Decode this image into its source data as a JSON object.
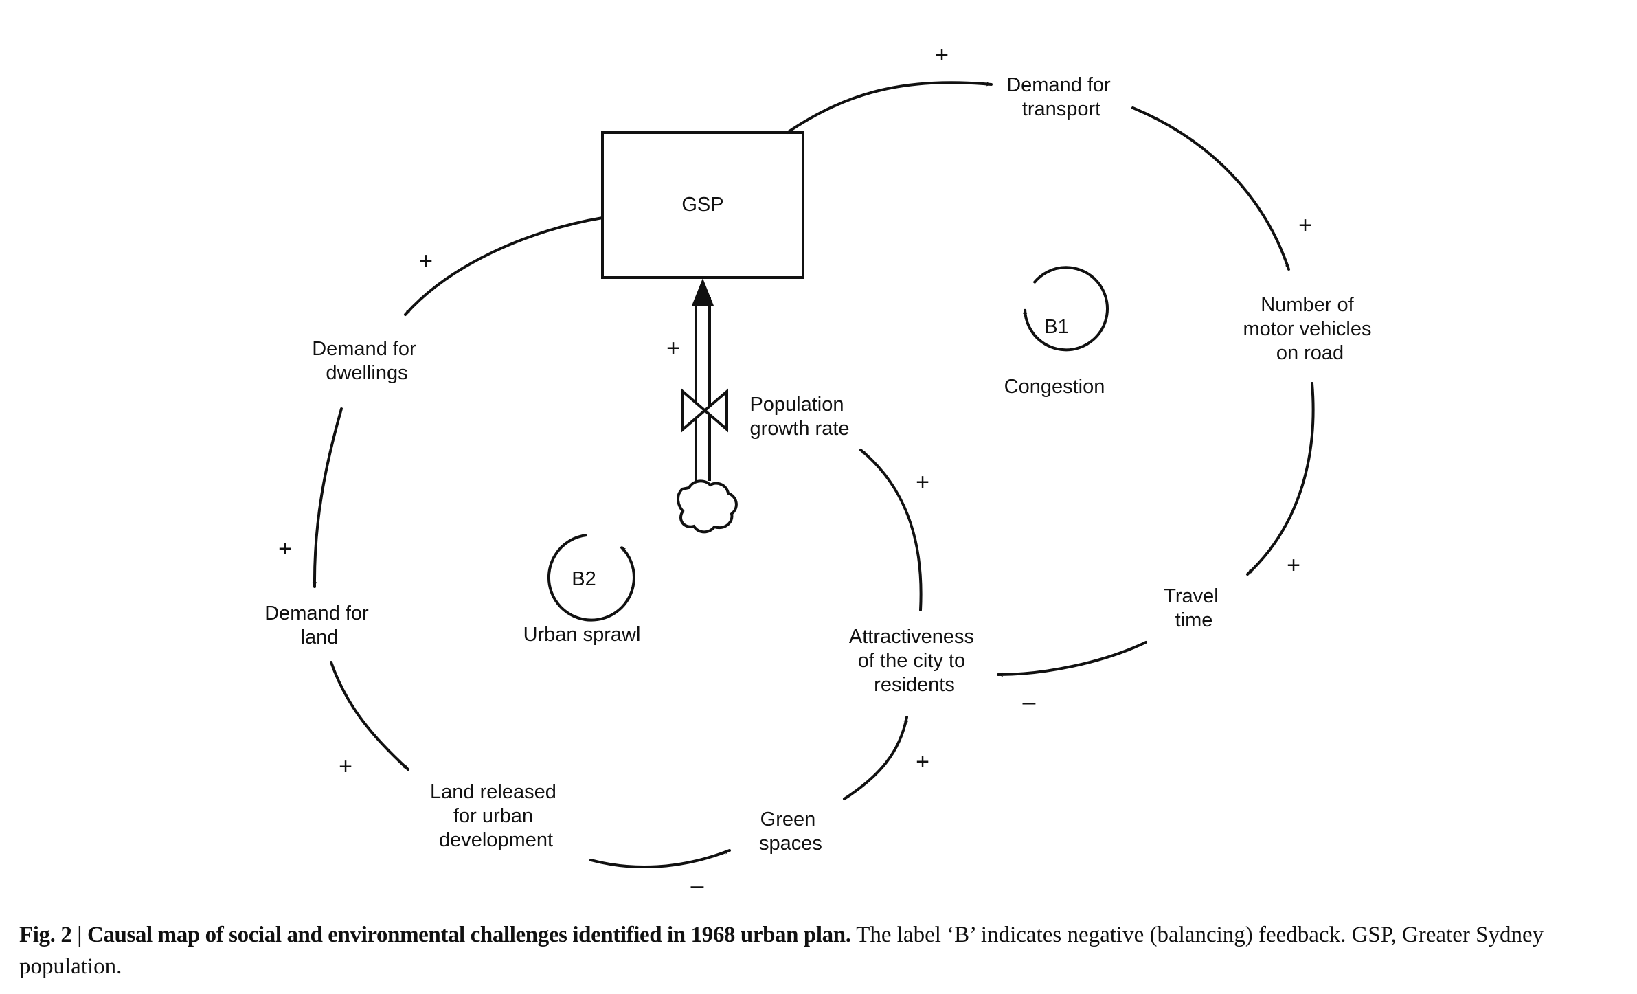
{
  "nodes": {
    "gsp": "GSP",
    "demand_transport": [
      "Demand for",
      "transport"
    ],
    "motor_vehicles": [
      "Number of",
      "motor vehicles",
      "on road"
    ],
    "travel_time": [
      "Travel",
      "time"
    ],
    "attractiveness": [
      "Attractiveness",
      "of the city to",
      "residents"
    ],
    "population_growth": [
      "Population",
      "growth rate"
    ],
    "demand_dwellings": [
      "Demand for",
      "dwellings"
    ],
    "demand_land": [
      "Demand for",
      "land"
    ],
    "land_released": [
      "Land released",
      "for urban",
      "development"
    ],
    "green_spaces": [
      "Green",
      "spaces"
    ]
  },
  "loops": {
    "b1": {
      "id": "B1",
      "name": "Congestion"
    },
    "b2": {
      "id": "B2",
      "name": "Urban sprawl"
    }
  },
  "links": [
    {
      "from": "GSP",
      "to": "Demand for transport",
      "sign": "+"
    },
    {
      "from": "Demand for transport",
      "to": "Number of motor vehicles on road",
      "sign": "+"
    },
    {
      "from": "Number of motor vehicles on road",
      "to": "Travel time",
      "sign": "+"
    },
    {
      "from": "Travel time",
      "to": "Attractiveness of the city to residents",
      "sign": "–"
    },
    {
      "from": "Attractiveness of the city to residents",
      "to": "Population growth rate",
      "sign": "+"
    },
    {
      "from": "Population growth rate",
      "to": "GSP",
      "sign": "+"
    },
    {
      "from": "GSP",
      "to": "Demand for dwellings",
      "sign": "+"
    },
    {
      "from": "Demand for dwellings",
      "to": "Demand for land",
      "sign": "+"
    },
    {
      "from": "Demand for land",
      "to": "Land released for urban development",
      "sign": "+"
    },
    {
      "from": "Land released for urban development",
      "to": "Green spaces",
      "sign": "–"
    },
    {
      "from": "Green spaces",
      "to": "Attractiveness of the city to residents",
      "sign": "+"
    }
  ],
  "caption": {
    "label": "Fig. 2 | ",
    "title": "Causal map of social and environmental challenges identified in 1968 urban plan.",
    "text": " The label ‘B’ indicates negative (balancing) feedback. GSP, Greater Sydney population."
  }
}
